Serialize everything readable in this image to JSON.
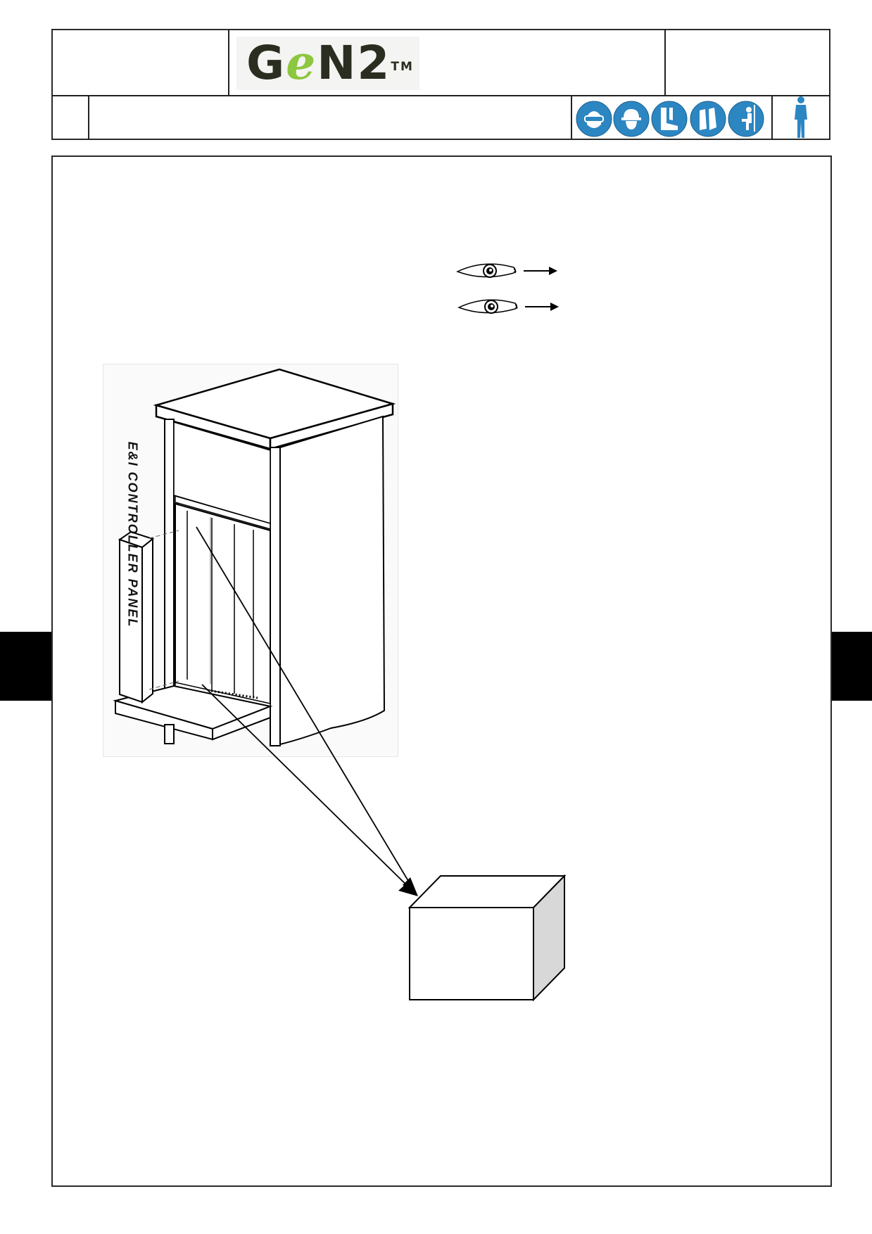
{
  "header": {
    "brand": {
      "name_g": "G",
      "name_e": "e",
      "name_rest": "N2",
      "trademark": "TM"
    },
    "ppe_icons": [
      "safety-goggles-icon",
      "hard-hat-icon",
      "safety-boots-icon",
      "safety-gloves-icon",
      "fall-harness-icon"
    ],
    "personnel_icon": "single-person-icon",
    "colors": {
      "ppe_blue": "#2c86c2",
      "logo_green": "#8dc63f",
      "logo_dark": "#2a2e20"
    }
  },
  "illustration": {
    "panel_label": "E&I CONTROLLER PANEL"
  }
}
